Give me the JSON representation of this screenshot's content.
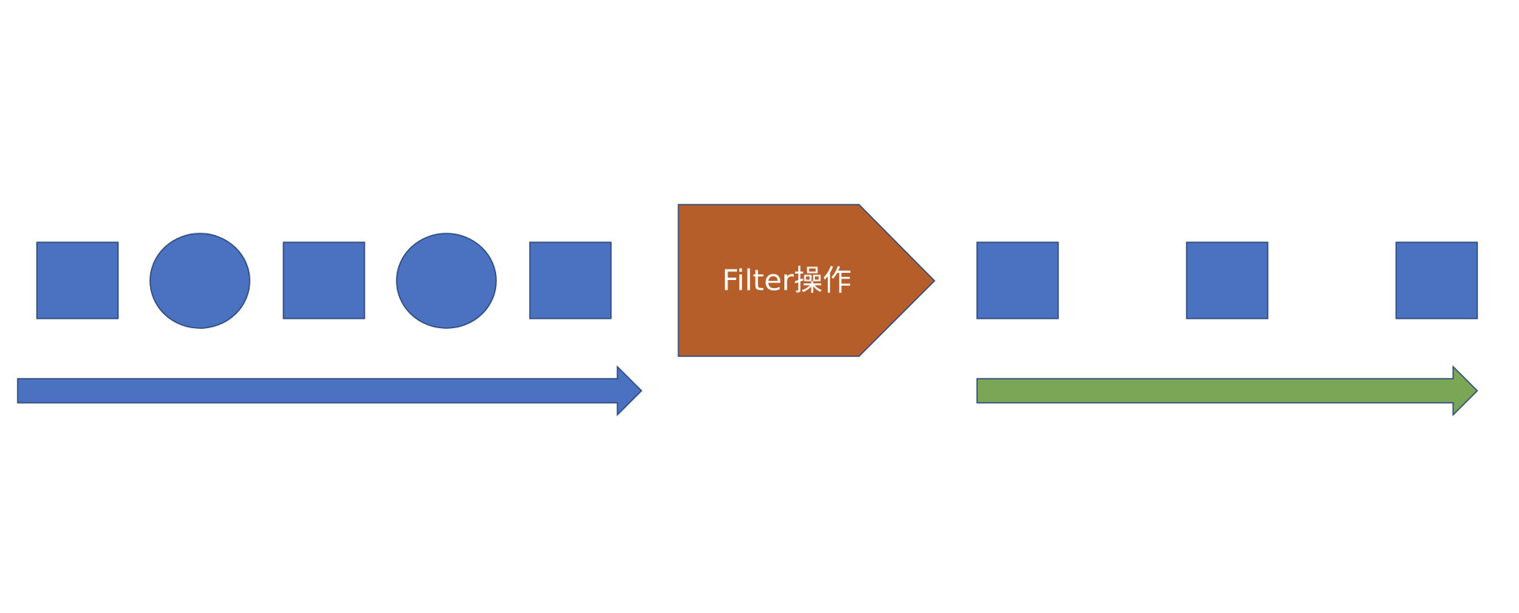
{
  "diagram": {
    "filter_label": "Filter操作",
    "input_items": [
      "square",
      "circle",
      "square",
      "circle",
      "square"
    ],
    "output_items": [
      "square",
      "square",
      "square"
    ],
    "colors": {
      "item_fill": "#4a72c0",
      "item_stroke": "#2e4a7e",
      "input_arrow_fill": "#4a72c0",
      "output_arrow_fill": "#7aa655",
      "filter_fill": "#b65e29",
      "filter_stroke": "#2e4a7e",
      "label_color": "#ffffff"
    }
  }
}
